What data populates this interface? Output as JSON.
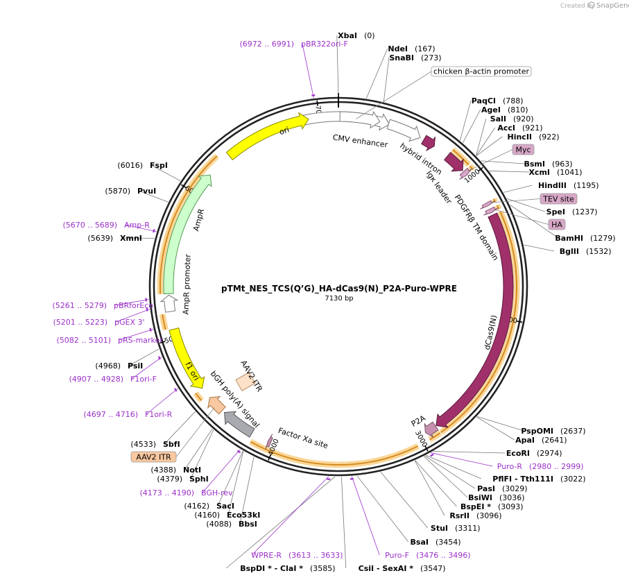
{
  "brand": {
    "created_by": "Created by",
    "name": "SnapGene"
  },
  "map": {
    "name": "pTMt_NES_TCS(Q’G)_HA-dCas9(N)_P2A-Puro-WPRE",
    "length_bp": 7130,
    "length_label": "7130 bp"
  },
  "tick_labels": [
    "1000",
    "2000",
    "3000",
    "4000",
    "5000",
    "6000",
    "7000"
  ],
  "features": [
    {
      "name": "CMV enhancer",
      "start": 6900,
      "end": 345,
      "color": "#ffffff",
      "stroke": "#777777",
      "dir": 1,
      "label_side": "in",
      "highlight": false
    },
    {
      "name": "chicken β-actin promoter",
      "start": 10,
      "end": 280,
      "color": "#ffffff",
      "stroke": "#777777",
      "dir": 1,
      "label_side": "callout",
      "highlight": false
    },
    {
      "name": "hybrid intron",
      "start": 340,
      "end": 570,
      "color": "#ffffff",
      "stroke": "#777777",
      "dir": 1,
      "label_side": "in",
      "highlight": false
    },
    {
      "name": "Igκ leader",
      "start": 598,
      "end": 680,
      "color": "#a0306a",
      "stroke": "#5a1a3a",
      "dir": 1,
      "label_side": "in",
      "highlight": false
    },
    {
      "name": "Myc",
      "start": 940,
      "end": 972,
      "color": "#d8a8c8",
      "stroke": "#885577",
      "dir": 1,
      "label_side": "callout",
      "highlight": true
    },
    {
      "name": "PDGFRβ TM domain",
      "start": 790,
      "end": 930,
      "color": "#a0306a",
      "stroke": "#5a1a3a",
      "dir": 1,
      "label_side": "in",
      "highlight": true
    },
    {
      "name": "TEV site",
      "start": 1200,
      "end": 1222,
      "color": "#d8a8c8",
      "stroke": "#885577",
      "dir": 1,
      "label_side": "callout",
      "highlight": true
    },
    {
      "name": "HA",
      "start": 1246,
      "end": 1273,
      "color": "#d8a8c8",
      "stroke": "#885577",
      "dir": 1,
      "label_side": "callout",
      "highlight": true
    },
    {
      "name": "dCas9(N)",
      "start": 1290,
      "end": 2870,
      "color": "#a0306a",
      "stroke": "#5a1a3a",
      "dir": 1,
      "label_side": "in",
      "highlight": true
    },
    {
      "name": "P2A",
      "start": 2875,
      "end": 2955,
      "color": "#c890b0",
      "stroke": "#775566",
      "dir": 1,
      "label_side": "in",
      "highlight": true
    },
    {
      "name": "Factor Xa site",
      "start": 4030,
      "end": 4050,
      "color": "#c890b0",
      "stroke": "#775566",
      "dir": 1,
      "label_side": "in",
      "highlight": false
    },
    {
      "name": "bGH poly(A) signal",
      "start": 4170,
      "end": 4400,
      "color": "#a8aab0",
      "stroke": "#555555",
      "dir": 1,
      "label_side": "in",
      "highlight": false
    },
    {
      "name": "AAV2 ITR",
      "start": 4420,
      "end": 4540,
      "color": "#f8c8a0",
      "stroke": "#aa7744",
      "dir": 1,
      "label_side": "callout",
      "highlight": false
    },
    {
      "name": "f1 ori",
      "start": 4620,
      "end": 5060,
      "color": "#ffff00",
      "stroke": "#888800",
      "dir": -1,
      "label_side": "in",
      "highlight": false
    },
    {
      "name": "AmpR promoter",
      "start": 5180,
      "end": 5290,
      "color": "#ffffff",
      "stroke": "#777777",
      "dir": 1,
      "label_side": "in",
      "highlight": false
    },
    {
      "name": "AmpR",
      "start": 5300,
      "end": 6160,
      "color": "#ccffcc",
      "stroke": "#559955",
      "dir": 1,
      "label_side": "in",
      "highlight": true
    },
    {
      "name": "ori",
      "start": 6340,
      "end": 6930,
      "color": "#ffff00",
      "stroke": "#888800",
      "dir": 1,
      "label_side": "in",
      "highlight": false
    }
  ],
  "free_features": [
    {
      "name": "AAV2 ITR",
      "color": "#fde1c8",
      "stroke": "#aa7744"
    }
  ],
  "sites": [
    {
      "name": "XbaI",
      "pos": "(0)",
      "bp": 0,
      "primer": false
    },
    {
      "name": "NdeI",
      "pos": "(167)",
      "bp": 167,
      "primer": false
    },
    {
      "name": "SnaBI",
      "pos": "(273)",
      "bp": 273,
      "primer": false
    },
    {
      "name": "PaqCI",
      "pos": "(788)",
      "bp": 788,
      "primer": false
    },
    {
      "name": "AgeI",
      "pos": "(810)",
      "bp": 810,
      "primer": false
    },
    {
      "name": "SalI",
      "pos": "(920)",
      "bp": 920,
      "primer": false
    },
    {
      "name": "AccI",
      "pos": "(921)",
      "bp": 921,
      "primer": false
    },
    {
      "name": "HincII",
      "pos": "(922)",
      "bp": 922,
      "primer": false
    },
    {
      "name": "BsmI",
      "pos": "(963)",
      "bp": 963,
      "primer": false
    },
    {
      "name": "XcmI",
      "pos": "(1041)",
      "bp": 1041,
      "primer": false
    },
    {
      "name": "HindIII",
      "pos": "(1195)",
      "bp": 1195,
      "primer": false
    },
    {
      "name": "SpeI",
      "pos": "(1237)",
      "bp": 1237,
      "primer": false
    },
    {
      "name": "BamHI",
      "pos": "(1279)",
      "bp": 1279,
      "primer": false
    },
    {
      "name": "BglII",
      "pos": "(1532)",
      "bp": 1532,
      "primer": false
    },
    {
      "name": "PspOMI",
      "pos": "(2637)",
      "bp": 2637,
      "primer": false
    },
    {
      "name": "ApaI",
      "pos": "(2641)",
      "bp": 2641,
      "primer": false
    },
    {
      "name": "EcoRI",
      "pos": "(2974)",
      "bp": 2974,
      "primer": false
    },
    {
      "name": "Puro-R",
      "pos": "(2980 .. 2999)",
      "bp": 2990,
      "primer": true
    },
    {
      "name": "PflFI - Tth111I",
      "pos": "(3022)",
      "bp": 3022,
      "primer": false
    },
    {
      "name": "PasI",
      "pos": "(3029)",
      "bp": 3029,
      "primer": false
    },
    {
      "name": "BsiWI",
      "pos": "(3036)",
      "bp": 3036,
      "primer": false
    },
    {
      "name": "BspEI *",
      "pos": "(3093)",
      "bp": 3093,
      "primer": false
    },
    {
      "name": "RsrII",
      "pos": "(3096)",
      "bp": 3096,
      "primer": false
    },
    {
      "name": "StuI",
      "pos": "(3311)",
      "bp": 3311,
      "primer": false
    },
    {
      "name": "BsaI",
      "pos": "(3454)",
      "bp": 3454,
      "primer": false
    },
    {
      "name": "Puro-F",
      "pos": "(3476 .. 3496)",
      "bp": 3486,
      "primer": true
    },
    {
      "name": "CsiI - SexAI *",
      "pos": "(3547)",
      "bp": 3547,
      "primer": false
    },
    {
      "name": "BspDI * - ClaI *",
      "pos": "(3585)",
      "bp": 3585,
      "primer": false
    },
    {
      "name": "WPRE-R",
      "pos": "(3613 .. 3633)",
      "bp": 3623,
      "primer": true
    },
    {
      "name": "BbsI",
      "pos": "(4088)",
      "bp": 4088,
      "primer": false
    },
    {
      "name": "Eco53kI",
      "pos": "(4160)",
      "bp": 4160,
      "primer": false
    },
    {
      "name": "SacI",
      "pos": "(4162)",
      "bp": 4162,
      "primer": false
    },
    {
      "name": "BGH-rev",
      "pos": "(4173 .. 4190)",
      "bp": 4181,
      "primer": true
    },
    {
      "name": "SphI",
      "pos": "(4379)",
      "bp": 4379,
      "primer": false
    },
    {
      "name": "NotI",
      "pos": "(4388)",
      "bp": 4388,
      "primer": false
    },
    {
      "name": "SbfI",
      "pos": "(4533)",
      "bp": 4533,
      "primer": false
    },
    {
      "name": "F1ori-R",
      "pos": "(4697 .. 4716)",
      "bp": 4706,
      "primer": true
    },
    {
      "name": "F1ori-F",
      "pos": "(4907 .. 4928)",
      "bp": 4917,
      "primer": true
    },
    {
      "name": "PsiI",
      "pos": "(4968)",
      "bp": 4968,
      "primer": false
    },
    {
      "name": "pRS-marker",
      "pos": "(5082 .. 5101)",
      "bp": 5091,
      "primer": true
    },
    {
      "name": "pGEX 3'",
      "pos": "(5201 .. 5223)",
      "bp": 5212,
      "primer": true
    },
    {
      "name": "pBRforEco",
      "pos": "(5261 .. 5279)",
      "bp": 5270,
      "primer": true
    },
    {
      "name": "XmnI",
      "pos": "(5639)",
      "bp": 5639,
      "primer": false
    },
    {
      "name": "Amp-R",
      "pos": "(5670 .. 5689)",
      "bp": 5680,
      "primer": true
    },
    {
      "name": "PvuI",
      "pos": "(5870)",
      "bp": 5870,
      "primer": false
    },
    {
      "name": "FspI",
      "pos": "(6016)",
      "bp": 6016,
      "primer": false
    },
    {
      "name": "pBR322ori-F",
      "pos": "(6972 .. 6991)",
      "bp": 6982,
      "primer": true
    }
  ]
}
